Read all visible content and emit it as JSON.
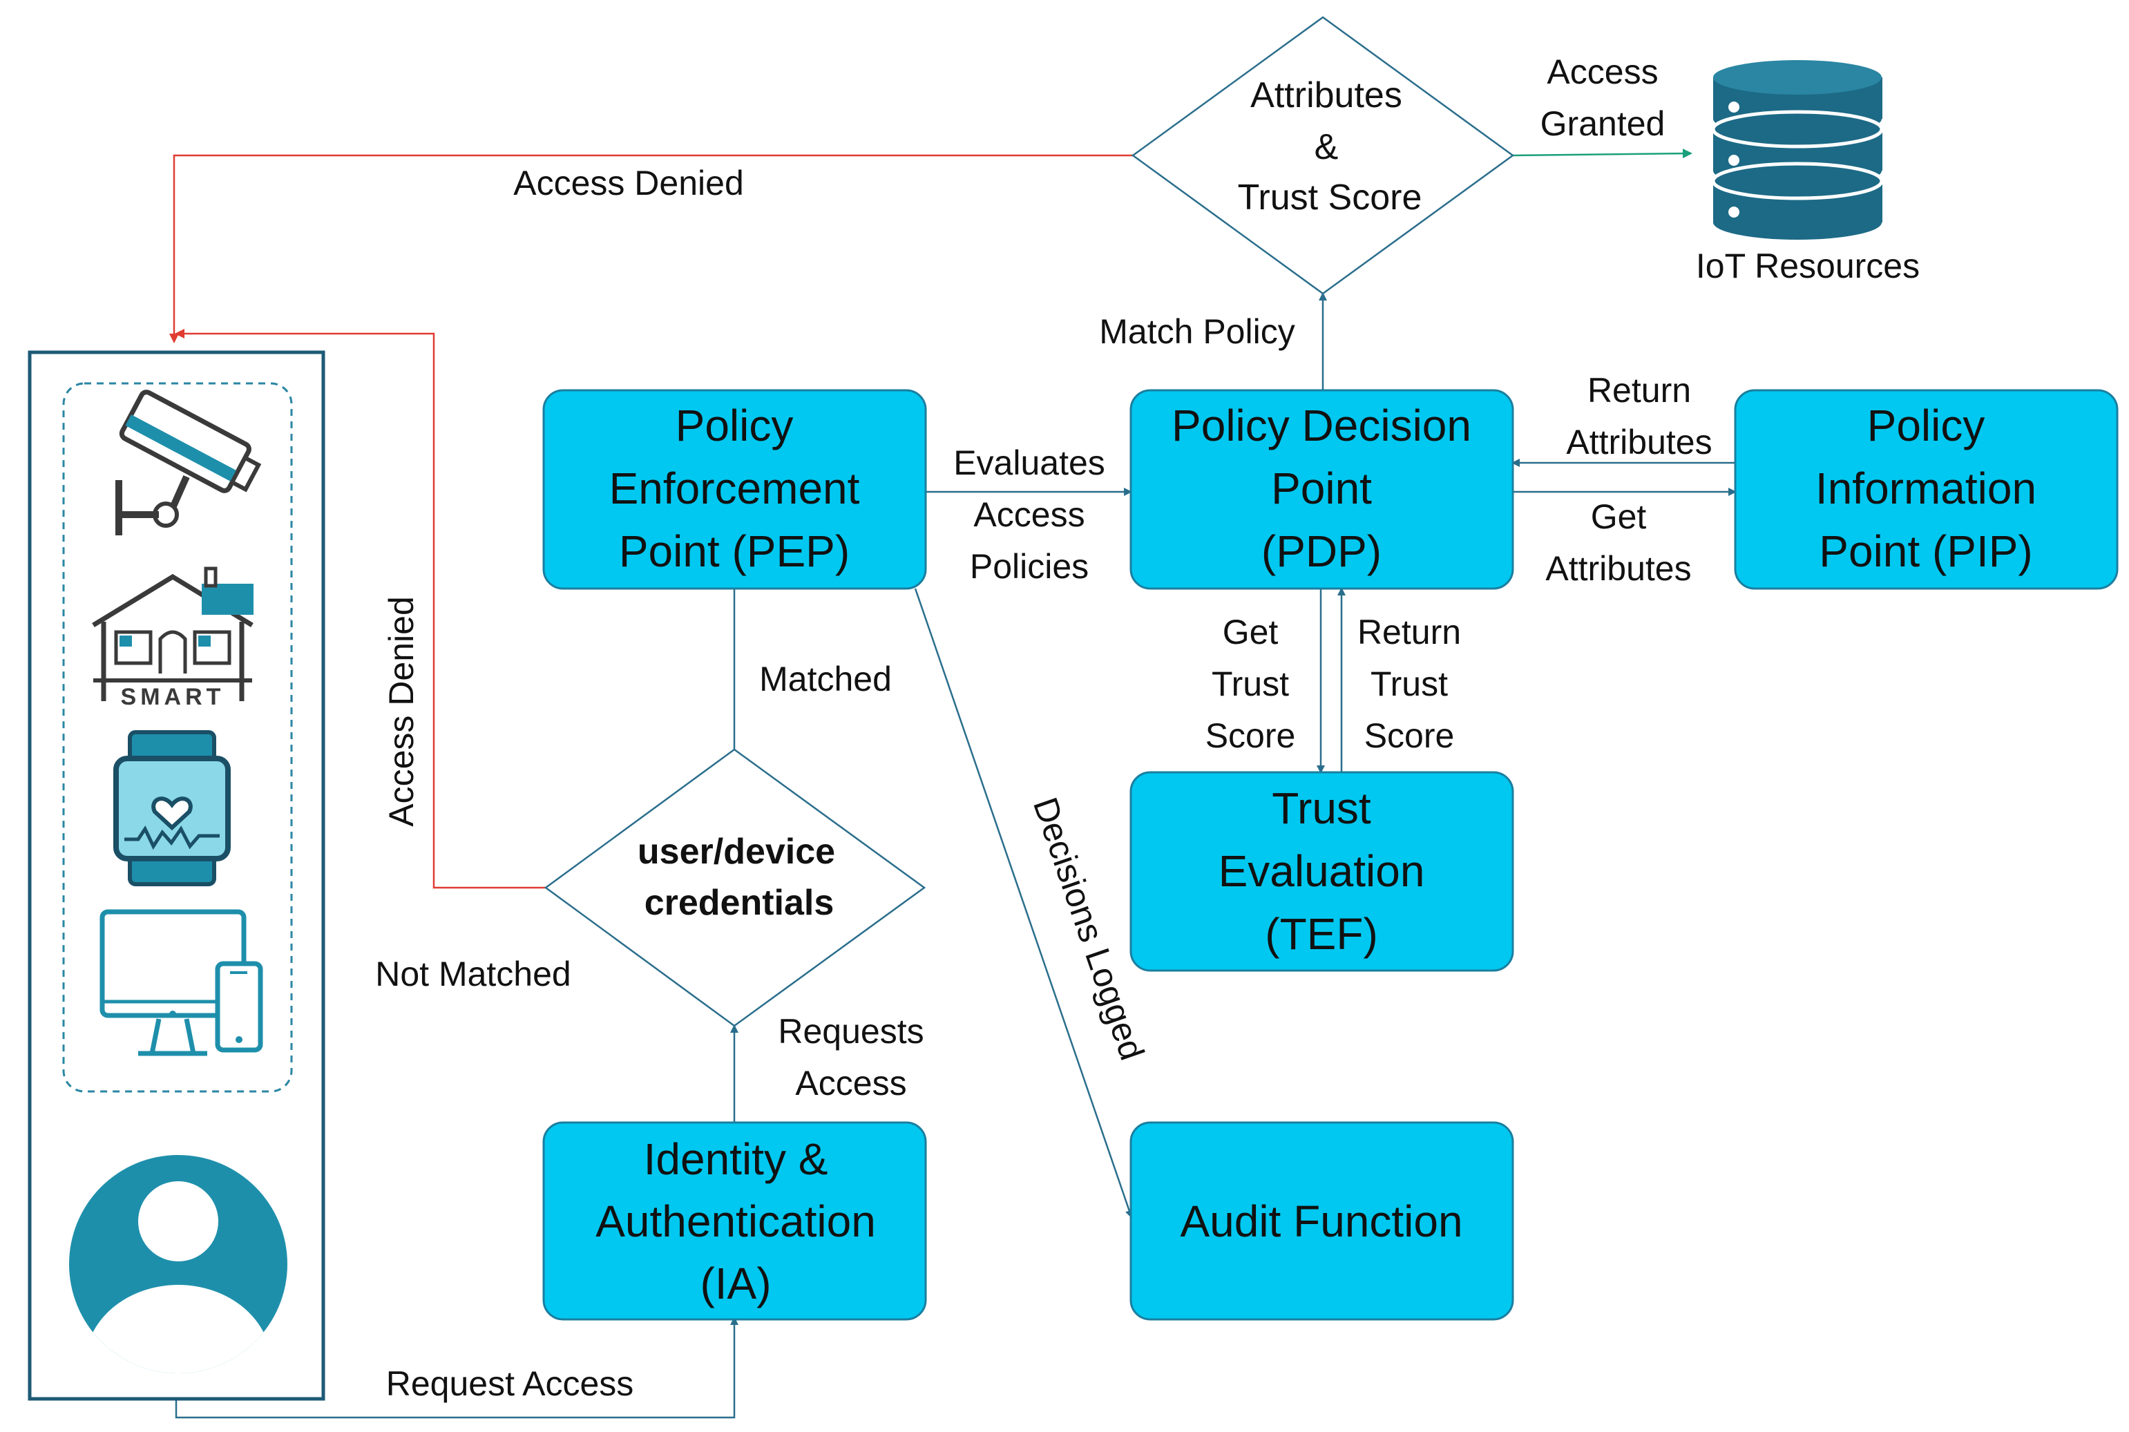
{
  "colors": {
    "box_fill": "#00c8f0",
    "box_stroke": "#1a7fa0",
    "arrow_blue": "#2a6e8c",
    "arrow_red": "#e03c31",
    "arrow_green": "#1aa07a",
    "device_teal": "#1e8fab",
    "db_color": "#1d6a86",
    "panel_border": "#1d5a76"
  },
  "boxes": {
    "pep": [
      "Policy",
      "Enforcement",
      "Point (PEP)"
    ],
    "pdp": [
      "Policy Decision",
      "Point",
      "(PDP)"
    ],
    "pip": [
      "Policy",
      "Information",
      "Point (PIP)"
    ],
    "tef": [
      "Trust",
      "Evaluation",
      "(TEF)"
    ],
    "ia": [
      "Identity &",
      "Authentication",
      "(IA)"
    ],
    "audit": [
      "Audit Function"
    ]
  },
  "decisions": {
    "trust": [
      "Attributes",
      "&",
      "Trust Score"
    ],
    "credentials": [
      "user/device",
      "credentials"
    ]
  },
  "labels": {
    "access_denied_top": "Access Denied",
    "access_granted": [
      "Access",
      "Granted"
    ],
    "iot_resources": "IoT Resources",
    "match_policy": "Match Policy",
    "return_attributes": [
      "Return",
      "Attributes"
    ],
    "get_attributes": [
      "Get",
      "Attributes"
    ],
    "evaluates": [
      "Evaluates",
      "Access",
      "Policies"
    ],
    "get_trust": [
      "Get",
      "Trust",
      "Score"
    ],
    "return_trust": [
      "Return",
      "Trust",
      "Score"
    ],
    "matched": "Matched",
    "decisions_logged": "Decisions Logged",
    "access_denied_side": "Access Denied",
    "not_matched": "Not Matched",
    "requests_access": [
      "Requests",
      "Access"
    ],
    "request_access": "Request  Access"
  },
  "devices": {
    "icons": [
      "security-camera-icon",
      "smart-home-icon",
      "smartwatch-icon",
      "desktop-phone-icon",
      "user-avatar-icon"
    ],
    "smart_label": "SMART"
  }
}
